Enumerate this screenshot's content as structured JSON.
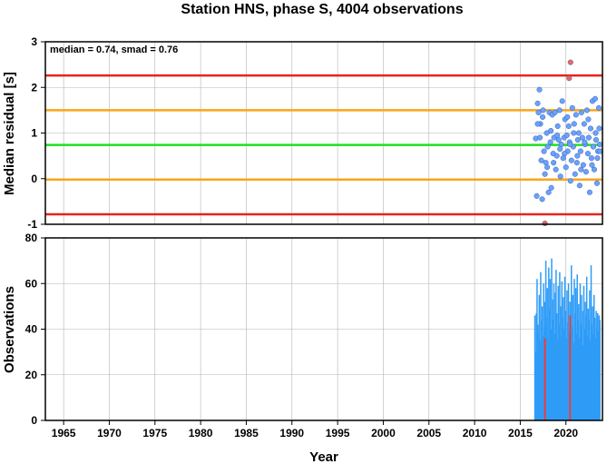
{
  "chart_data": [
    {
      "type": "scatter",
      "title": "Station HNS, phase S, 4004 observations",
      "ylabel": "Median residual [s]",
      "annotation": "median = 0.74, smad = 0.76",
      "xlim": [
        1963,
        2024
      ],
      "ylim": [
        -1,
        3
      ],
      "yticks": [
        "3",
        "2",
        "1",
        "0",
        "-1"
      ],
      "grid": true,
      "reference_lines": [
        {
          "y": 2.26,
          "color": "#e8231d"
        },
        {
          "y": 1.5,
          "color": "#f8a51b"
        },
        {
          "y": 0.74,
          "color": "#1ee01e"
        },
        {
          "y": -0.02,
          "color": "#f8a51b"
        },
        {
          "y": -0.78,
          "color": "#e8231d"
        }
      ],
      "series": [
        {
          "color": "#6aa2ff",
          "points": [
            [
              2016.7,
              0.88
            ],
            [
              2016.8,
              -0.38
            ],
            [
              2016.9,
              1.65
            ],
            [
              2017.0,
              1.45
            ],
            [
              2017.1,
              1.95
            ],
            [
              2017.2,
              1.2
            ],
            [
              2017.3,
              0.4
            ],
            [
              2017.4,
              -0.45
            ],
            [
              2017.5,
              1.5
            ],
            [
              2017.6,
              0.6
            ],
            [
              2017.7,
              0.1
            ],
            [
              2017.8,
              0.35
            ],
            [
              2017.9,
              1.0
            ],
            [
              2018.0,
              0.7
            ],
            [
              2018.1,
              -0.3
            ],
            [
              2018.2,
              1.45
            ],
            [
              2018.3,
              0.8
            ],
            [
              2018.4,
              -0.2
            ],
            [
              2018.5,
              1.4
            ],
            [
              2018.6,
              0.55
            ],
            [
              2018.7,
              0.9
            ],
            [
              2018.8,
              1.45
            ],
            [
              2018.9,
              0.2
            ],
            [
              2019.0,
              0.5
            ],
            [
              2019.1,
              1.15
            ],
            [
              2019.2,
              0.85
            ],
            [
              2019.3,
              1.5
            ],
            [
              2019.4,
              0.05
            ],
            [
              2019.5,
              0.75
            ],
            [
              2019.6,
              1.7
            ],
            [
              2019.7,
              0.45
            ],
            [
              2019.8,
              0.9
            ],
            [
              2019.9,
              1.3
            ],
            [
              2020.0,
              0.25
            ],
            [
              2020.1,
              0.95
            ],
            [
              2020.2,
              0.6
            ],
            [
              2020.3,
              1.15
            ],
            [
              2020.4,
              0.8
            ],
            [
              2020.5,
              -0.05
            ],
            [
              2020.6,
              0.4
            ],
            [
              2020.7,
              1.55
            ],
            [
              2020.8,
              0.7
            ],
            [
              2020.9,
              1.2
            ],
            [
              2021.0,
              0.1
            ],
            [
              2021.1,
              1.4
            ],
            [
              2021.2,
              0.35
            ],
            [
              2021.3,
              0.85
            ],
            [
              2021.4,
              1.0
            ],
            [
              2021.5,
              -0.15
            ],
            [
              2021.6,
              0.6
            ],
            [
              2021.7,
              1.45
            ],
            [
              2021.8,
              0.9
            ],
            [
              2021.9,
              0.3
            ],
            [
              2022.0,
              1.2
            ],
            [
              2022.1,
              0.75
            ],
            [
              2022.2,
              0.15
            ],
            [
              2022.3,
              1.5
            ],
            [
              2022.4,
              0.55
            ],
            [
              2022.5,
              0.9
            ],
            [
              2022.6,
              -0.3
            ],
            [
              2022.7,
              1.1
            ],
            [
              2022.8,
              0.45
            ],
            [
              2022.9,
              1.7
            ],
            [
              2023.0,
              0.7
            ],
            [
              2023.1,
              0.2
            ],
            [
              2023.2,
              1.75
            ],
            [
              2023.3,
              0.85
            ],
            [
              2023.4,
              -0.1
            ],
            [
              2023.5,
              0.6
            ],
            [
              2023.6,
              1.55
            ],
            [
              2016.9,
              1.2
            ],
            [
              2017.15,
              0.9
            ],
            [
              2017.45,
              1.35
            ],
            [
              2017.95,
              0.25
            ],
            [
              2018.35,
              1.05
            ],
            [
              2018.65,
              0.35
            ],
            [
              2019.05,
              0.95
            ],
            [
              2019.35,
              0.65
            ],
            [
              2019.85,
              0.55
            ],
            [
              2020.15,
              1.35
            ],
            [
              2020.45,
              0.75
            ],
            [
              2020.85,
              1.0
            ],
            [
              2021.25,
              0.5
            ],
            [
              2021.65,
              0.2
            ],
            [
              2022.05,
              0.8
            ],
            [
              2022.45,
              1.3
            ],
            [
              2022.85,
              0.3
            ],
            [
              2023.25,
              1.0
            ],
            [
              2023.45,
              0.45
            ],
            [
              2023.65,
              1.1
            ],
            [
              2023.7,
              0.75
            ],
            [
              2023.75,
              0.6
            ]
          ]
        },
        {
          "color": "#f0665e",
          "points": [
            [
              2020.5,
              2.55
            ],
            [
              2020.35,
              2.2
            ],
            [
              2017.7,
              -0.98
            ]
          ]
        }
      ]
    },
    {
      "type": "bar",
      "xlabel": "Year",
      "ylabel": "Observations",
      "xlim": [
        1963,
        2024
      ],
      "ylim": [
        0,
        80
      ],
      "xticks": [
        "1965",
        "1970",
        "1975",
        "1980",
        "1985",
        "1990",
        "1995",
        "2000",
        "2005",
        "2010",
        "2015",
        "2020"
      ],
      "yticks": [
        "80",
        "60",
        "40",
        "20",
        "0"
      ],
      "grid": true,
      "bar_color": "#2e9cf7",
      "highlight_color": "#ee3b3b",
      "bars": [
        [
          2016.6,
          46
        ],
        [
          2016.68,
          30
        ],
        [
          2016.76,
          47
        ],
        [
          2016.84,
          62
        ],
        [
          2016.92,
          42
        ],
        [
          2017.0,
          38
        ],
        [
          2017.08,
          55
        ],
        [
          2017.16,
          35
        ],
        [
          2017.24,
          65
        ],
        [
          2017.32,
          44
        ],
        [
          2017.4,
          50
        ],
        [
          2017.48,
          37
        ],
        [
          2017.56,
          60
        ],
        [
          2017.64,
          41
        ],
        [
          2017.72,
          52
        ],
        [
          2017.8,
          70
        ],
        [
          2017.88,
          45
        ],
        [
          2017.96,
          58
        ],
        [
          2018.04,
          36
        ],
        [
          2018.12,
          67
        ],
        [
          2018.2,
          49
        ],
        [
          2018.28,
          62
        ],
        [
          2018.36,
          40
        ],
        [
          2018.44,
          71
        ],
        [
          2018.52,
          53
        ],
        [
          2018.6,
          44
        ],
        [
          2018.68,
          60
        ],
        [
          2018.76,
          38
        ],
        [
          2018.84,
          56
        ],
        [
          2018.92,
          66
        ],
        [
          2019.0,
          47
        ],
        [
          2019.08,
          35
        ],
        [
          2019.16,
          59
        ],
        [
          2019.24,
          42
        ],
        [
          2019.32,
          65
        ],
        [
          2019.4,
          50
        ],
        [
          2019.48,
          37
        ],
        [
          2019.56,
          61
        ],
        [
          2019.64,
          45
        ],
        [
          2019.72,
          54
        ],
        [
          2019.8,
          40
        ],
        [
          2019.88,
          63
        ],
        [
          2019.96,
          48
        ],
        [
          2020.04,
          36
        ],
        [
          2020.12,
          57
        ],
        [
          2020.2,
          43
        ],
        [
          2020.28,
          60
        ],
        [
          2020.36,
          39
        ],
        [
          2020.44,
          52
        ],
        [
          2020.52,
          46
        ],
        [
          2020.6,
          68
        ],
        [
          2020.68,
          41
        ],
        [
          2020.76,
          55
        ],
        [
          2020.84,
          34
        ],
        [
          2020.92,
          62
        ],
        [
          2021.0,
          47
        ],
        [
          2021.08,
          58
        ],
        [
          2021.16,
          38
        ],
        [
          2021.24,
          64
        ],
        [
          2021.32,
          44
        ],
        [
          2021.4,
          51
        ],
        [
          2021.48,
          36
        ],
        [
          2021.56,
          60
        ],
        [
          2021.64,
          42
        ],
        [
          2021.72,
          55
        ],
        [
          2021.8,
          48
        ],
        [
          2021.88,
          33
        ],
        [
          2021.96,
          59
        ],
        [
          2022.04,
          40
        ],
        [
          2022.12,
          52
        ],
        [
          2022.2,
          46
        ],
        [
          2022.28,
          63
        ],
        [
          2022.36,
          37
        ],
        [
          2022.44,
          49
        ],
        [
          2022.52,
          44
        ],
        [
          2022.6,
          57
        ],
        [
          2022.68,
          35
        ],
        [
          2022.76,
          68
        ],
        [
          2022.84,
          42
        ],
        [
          2022.92,
          50
        ],
        [
          2023.0,
          38
        ],
        [
          2023.08,
          55
        ],
        [
          2023.16,
          45
        ],
        [
          2023.24,
          36
        ],
        [
          2023.32,
          48
        ],
        [
          2023.4,
          41
        ],
        [
          2023.48,
          47
        ],
        [
          2023.56,
          39
        ],
        [
          2023.64,
          46
        ],
        [
          2023.72,
          44
        ]
      ],
      "highlight_bars": [
        [
          2017.7,
          36
        ],
        [
          2020.45,
          46
        ]
      ]
    }
  ]
}
